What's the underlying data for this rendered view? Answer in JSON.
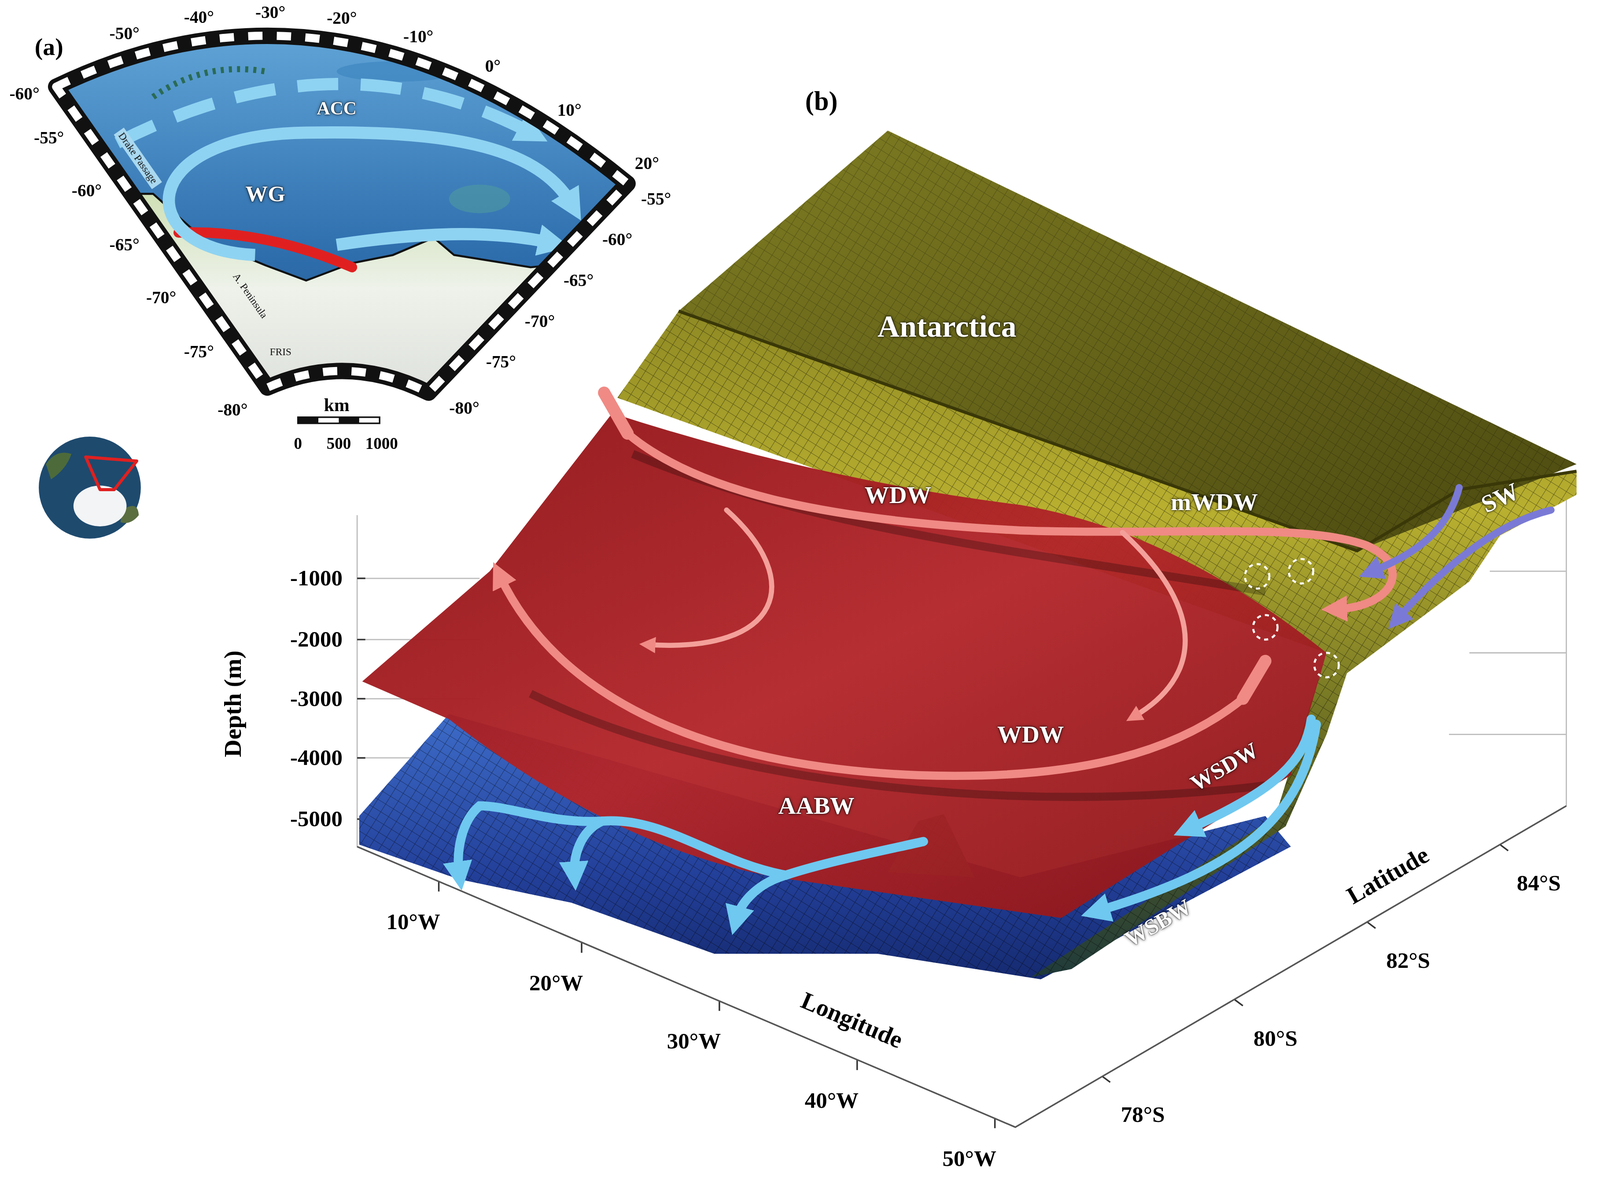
{
  "diagram": {
    "labels": [
      "(a)",
      "-60°",
      "-50°",
      "-40°",
      "-30°",
      "-20°",
      "-10°",
      "0°",
      "10°",
      "20°",
      "-55°",
      "-60°",
      "-65°",
      "-70°",
      "-75°",
      "-80°",
      "-55°",
      "-60°",
      "-65°",
      "-70°",
      "-75°",
      "-80°",
      "ACC",
      "WG",
      "Drake Passage",
      "A. Peninsula",
      "FRIS",
      "km",
      "0",
      "500",
      "1000",
      "(b)",
      "Antarctica",
      "WDW",
      "mWDW",
      "SW",
      "WDW",
      "AABW",
      "WSDW",
      "WSBW",
      "Depth (m)",
      "-1000",
      "-2000",
      "-3000",
      "-4000",
      "-5000",
      "10°W",
      "20°W",
      "30°W",
      "40°W",
      "50°W",
      "Longitude",
      "Latitude",
      "78°S",
      "80°S",
      "82°S",
      "84°S"
    ]
  }
}
